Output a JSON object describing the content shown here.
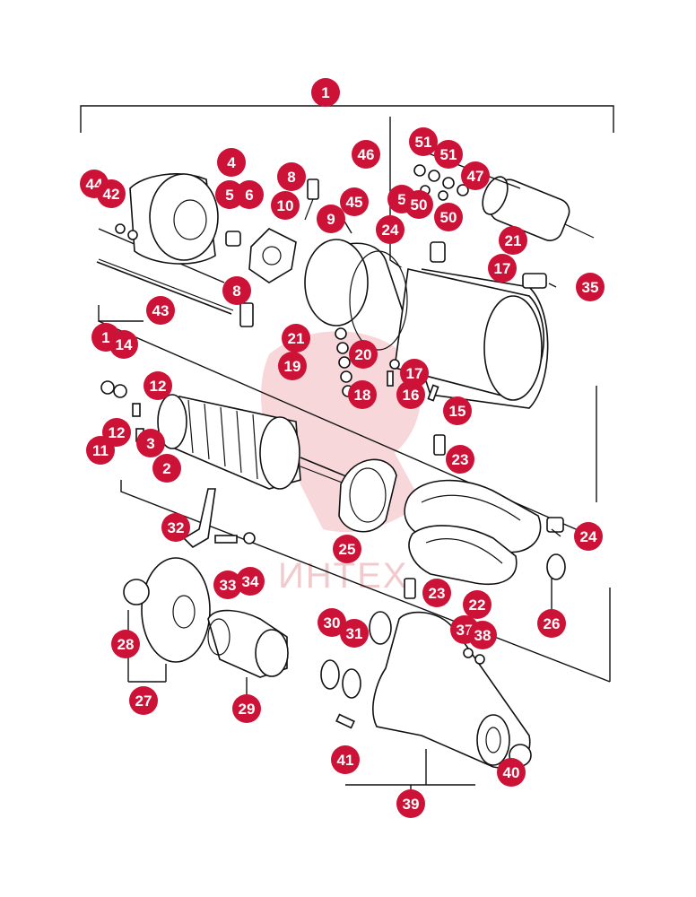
{
  "diagram": {
    "watermark": "ИНТЕХ",
    "callout_color": "#cc1236",
    "callouts": [
      "1",
      "4",
      "44",
      "42",
      "5",
      "6",
      "8",
      "10",
      "9",
      "45",
      "46",
      "51",
      "51",
      "47",
      "5",
      "50",
      "50",
      "24",
      "21",
      "17",
      "35",
      "8",
      "43",
      "1",
      "14",
      "21",
      "20",
      "19",
      "17",
      "16",
      "15",
      "12",
      "12",
      "11",
      "3",
      "18",
      "2",
      "23",
      "24",
      "32",
      "25",
      "33",
      "34",
      "23",
      "22",
      "26",
      "28",
      "27",
      "29",
      "30",
      "31",
      "37",
      "38",
      "39",
      "41",
      "40"
    ]
  }
}
